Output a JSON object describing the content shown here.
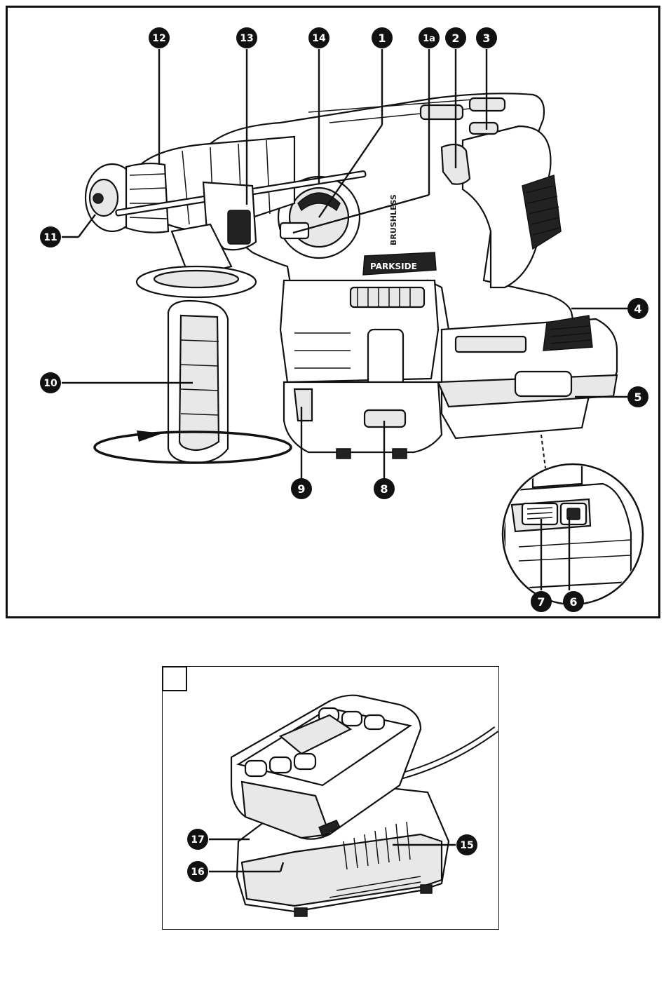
{
  "figure_main": {
    "brand_label": "PARKSIDE",
    "motor_label": "BRUSHLESS",
    "callouts": [
      "12",
      "13",
      "14",
      "1",
      "1a",
      "2",
      "3",
      "4",
      "5",
      "6",
      "7",
      "8",
      "9",
      "10",
      "11"
    ]
  },
  "figure_charger": {
    "corner_box_label": "",
    "callouts": [
      "15",
      "16",
      "17"
    ]
  }
}
